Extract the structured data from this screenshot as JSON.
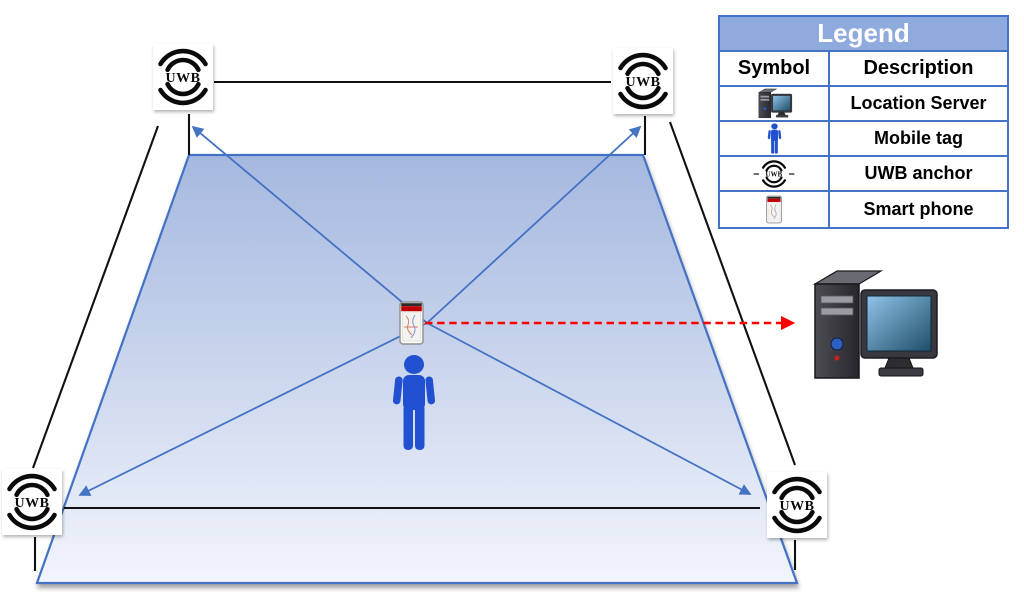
{
  "diagram": {
    "anchor_label": "UWB"
  },
  "legend": {
    "title": "Legend",
    "columns": {
      "symbol": "Symbol",
      "description": "Description"
    },
    "rows": [
      {
        "symbol": "location-server-icon",
        "description": "Location Server"
      },
      {
        "symbol": "mobile-tag-icon",
        "description": "Mobile tag"
      },
      {
        "symbol": "uwb-anchor-icon",
        "description": "UWB anchor"
      },
      {
        "symbol": "smart-phone-icon",
        "description": "Smart phone"
      }
    ]
  },
  "colors": {
    "legend_header_bg": "#8FAADC",
    "legend_border": "#4472C4",
    "legend_title_text": "#FFFFFF",
    "floor_top": "#A5B8DF",
    "floor_bottom": "#F2F5FC",
    "floor_border": "#4472C4",
    "connector_black": "#111111",
    "ranging_arrow_blue": "#4472C4",
    "data_link_red": "#FF0000",
    "person_blue": "#2151D0",
    "anchor_black": "#0A0A0A",
    "phone_accent_red": "#C00000",
    "screen_blue_light": "#8FC3E8",
    "screen_blue_dark": "#1F4E69"
  }
}
